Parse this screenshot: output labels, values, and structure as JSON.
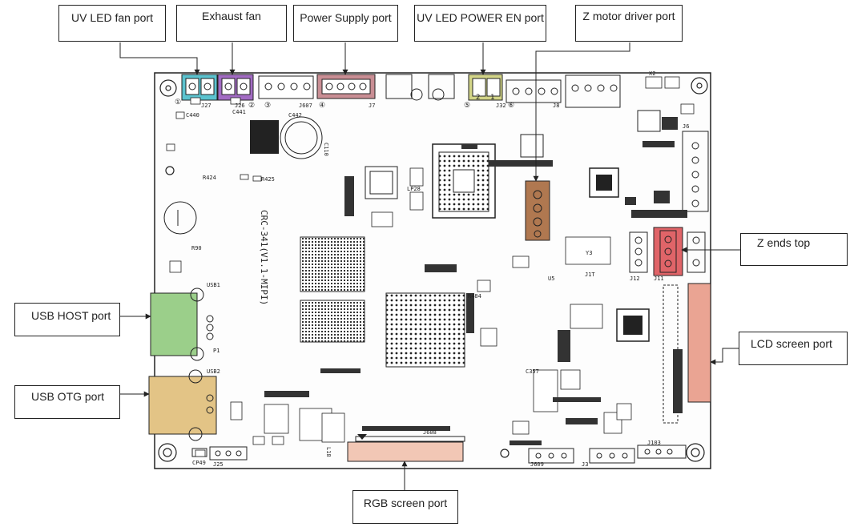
{
  "callouts": {
    "uv_fan": "UV LED fan port",
    "exhaust": "Exhaust fan",
    "power": "Power Supply port",
    "uv_power": "UV LED POWER EN port",
    "z_motor": "Z motor driver port",
    "z_ends": "Z ends top",
    "usb_host": "USB HOST port",
    "usb_otg": "USB OTG port",
    "lcd": "LCD screen port",
    "rgb": "RGB screen port"
  },
  "board": {
    "model": "CRC-341(V1.1-MIPI)",
    "connectors": {
      "j27": "J27",
      "j26": "J26",
      "j607": "J607",
      "j7": "J7",
      "j32": "J32",
      "j8": "J8",
      "j6": "J6",
      "j608": "J608",
      "j609": "J609",
      "j3": "J3",
      "j103": "J103",
      "j25": "J25",
      "j11": "J11",
      "j12": "J12",
      "usb1": "USB1",
      "usb2": "USB2",
      "p1": "P1"
    },
    "pin_marks": {
      "m1": "①",
      "m2": "②",
      "m3": "③",
      "m4": "④",
      "m5": "⑤",
      "m6": "⑥",
      "uv_pin2": "2",
      "uv_pin1": "1"
    },
    "misc": {
      "c110": "C110",
      "r425": "R425",
      "r424": "R424",
      "c442": "C442",
      "c440": "C440",
      "c441": "C441",
      "cp49": "CP49",
      "lp28": "LP28",
      "l18": "L18",
      "y3": "Y3",
      "u5": "U5",
      "j1t": "J1T",
      "r484": "R484",
      "r90": "R90",
      "c357": "C357",
      "x2": "X2"
    }
  },
  "colors": {
    "uv_fan": "#5bc3cf",
    "exhaust": "#a26bc3",
    "power": "#c98e94",
    "uv_power": "#d3d588",
    "z_motor": "#b07850",
    "z_ends": "#e06468",
    "usb_host": "#9bcf8a",
    "usb_otg": "#e3c486",
    "lcd": "#eaa493",
    "rgb": "#f2c7b5"
  }
}
